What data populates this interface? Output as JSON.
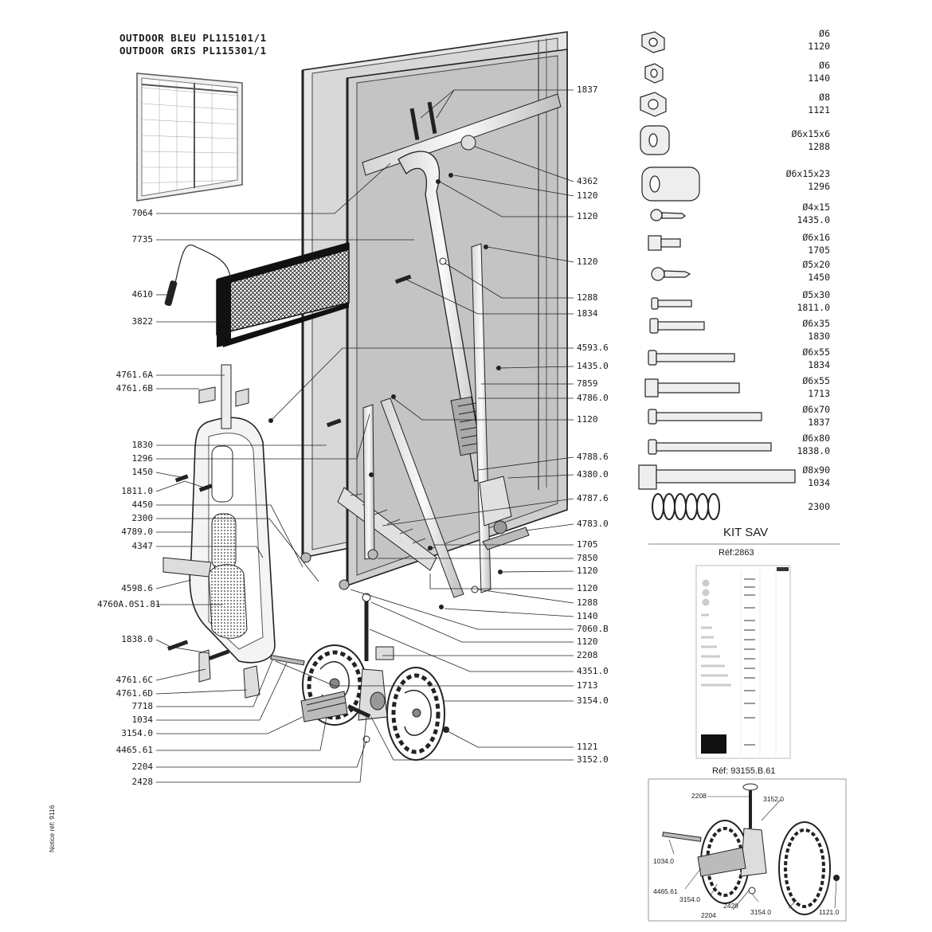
{
  "header": {
    "line1": "OUTDOOR BLEU PL115101/1",
    "line2": "OUTDOOR GRIS PL115301/1"
  },
  "left_labels": [
    "7064",
    "7735",
    "4610",
    "3822",
    "4761.6A",
    "4761.6B",
    "1830",
    "1296",
    "1450",
    "1811.0",
    "4450",
    "2300",
    "4789.0",
    "4347",
    "4598.6",
    "4760A.0S1.81",
    "1838.0",
    "4761.6C",
    "4761.6D",
    "7718",
    "1034",
    "3154.0",
    "4465.61",
    "2204",
    "2428"
  ],
  "right_labels": [
    "1837",
    "4362",
    "1120",
    "1120",
    "1120",
    "1288",
    "1834",
    "4593.6",
    "1435.0",
    "7859",
    "4786.0",
    "1120",
    "4788.6",
    "4380.0",
    "4787.6",
    "4783.0",
    "1705",
    "7850",
    "1120",
    "1120",
    "1288",
    "1140",
    "7060.B",
    "1120",
    "2208",
    "4351.0",
    "1713",
    "3154.0",
    "1121",
    "3152.0"
  ],
  "hardware": [
    {
      "size": "Ø6",
      "ref": "1120",
      "icon": "nut-icon"
    },
    {
      "size": "Ø6",
      "ref": "1140",
      "icon": "nut-icon"
    },
    {
      "size": "Ø8",
      "ref": "1121",
      "icon": "nut-icon"
    },
    {
      "size": "Ø6x15x6",
      "ref": "1288",
      "icon": "spacer-icon"
    },
    {
      "size": "Ø6x15x23",
      "ref": "1296",
      "icon": "spacer-icon"
    },
    {
      "size": "Ø4x15",
      "ref": "1435.0",
      "icon": "screw-icon"
    },
    {
      "size": "Ø6x16",
      "ref": "1705",
      "icon": "bolt-icon"
    },
    {
      "size": "Ø5x20",
      "ref": "1450",
      "icon": "screw-icon"
    },
    {
      "size": "Ø5x30",
      "ref": "1811.0",
      "icon": "screw-icon"
    },
    {
      "size": "Ø6x35",
      "ref": "1830",
      "icon": "screw-icon"
    },
    {
      "size": "Ø6x55",
      "ref": "1834",
      "icon": "screw-icon"
    },
    {
      "size": "Ø6x55",
      "ref": "1713",
      "icon": "bolt-icon"
    },
    {
      "size": "Ø6x70",
      "ref": "1837",
      "icon": "screw-icon"
    },
    {
      "size": "Ø6x80",
      "ref": "1838.0",
      "icon": "screw-icon"
    },
    {
      "size": "Ø8x90",
      "ref": "1034",
      "icon": "bolt-icon"
    },
    {
      "size": "",
      "ref": "2300",
      "icon": "spring-icon"
    }
  ],
  "kit": {
    "title": "KIT SAV",
    "ref1": "Réf:2863",
    "ref2": "Réf: 93155.B.61"
  },
  "kit_labels": [
    "2208",
    "3152.0",
    "1034.0",
    "4465.61",
    "3154.0",
    "2204",
    "2428",
    "3154.0",
    "1121.0"
  ],
  "notice": "Notice réf: 9116"
}
